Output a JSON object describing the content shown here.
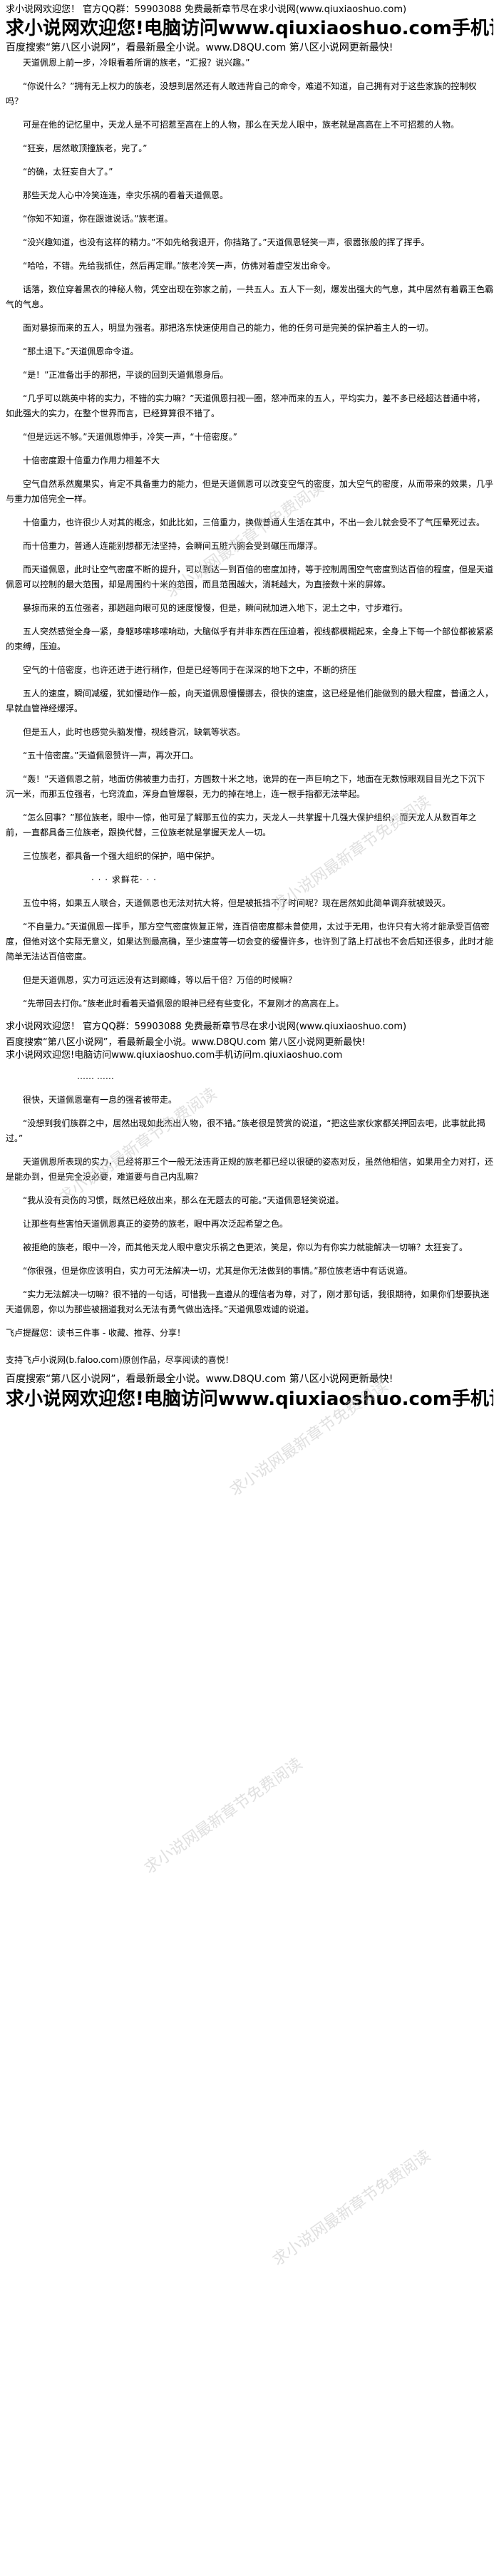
{
  "ads": {
    "top_line1": "求小说网欢迎您！ 官方QQ群：59903088 免费最新章节尽在求小说网(www.qiuxiaoshuo.com)",
    "top_line2": "求小说网欢迎您!电脑访问www.qiuxiaoshuo.com手机访问m.qiuxiaoshuo.com",
    "top_line3": "百度搜索“第八区小说网”，看最新最全小说。www.D8QU.com  第八区小说网更新最快!",
    "mid_line1": "求小说网欢迎您！ 官方QQ群：59903088 免费最新章节尽在求小说网(www.qiuxiaoshuo.com)",
    "mid_line2": "百度搜索“第八区小说网”，看最新最全小说。www.D8QU.com  第八区小说网更新最快!",
    "mid_line3": "求小说网欢迎您!电脑访问www.qiuxiaoshuo.com手机访问m.qiuxiaoshuo.com",
    "bottom_line1": "百度搜索“第八区小说网”，看最新最全小说。www.D8QU.com  第八区小说网更新最快!",
    "bottom_line2": "求小说网欢迎您!电脑访问www.qiuxiaoshuo.com手机访问m.qiuxiaoshuo.com"
  },
  "watermark_text": "求小说网最新章节免费阅读",
  "paragraphs_part1": [
    "天道佩恩上前一步，冷眼看着所谓的族老，“汇报？说兴趣。”",
    "“你说什么？”拥有无上权力的族老，没想到居然还有人敢违背自己的命令，难道不知道，自己拥有对于这些家族的控制权吗？",
    "可是在他的记忆里中，天龙人是不可招惹至高在上的人物，那么在天龙人眼中，族老就是高高在上不可招惹的人物。",
    "“狂妄，居然敢顶撞族老，完了。”",
    "“的确，太狂妄自大了。”",
    "那些天龙人心中冷笑连连，幸灾乐祸的看着天道佩恩。",
    "“你知不知道，你在跟谁说话。”族老道。",
    "“没兴趣知道，也没有这样的精力。”不如先给我退开，你挡路了。”天道佩恩轻笑一声，很嚣张般的挥了挥手。",
    "“哈哈，不错。先给我抓住，然后再定罪。”族老冷笑一声，仿佛对着虚空发出命令。",
    "话落，数位穿着黑衣的神秘人物，凭空出现在弥家之前，一共五人。五人下一刻，爆发出强大的气息，其中居然有着霸王色霸气的气息。",
    "面对暴掠而来的五人，明显为强者。那把洛东快速使用自己的能力，他的任务可是完美的保护着主人的一切。",
    "“那土退下。”天道佩恩命令道。",
    "“是！”正准备出手的那把，平谈的回到天道佩恩身后。",
    "“几乎可以跳英中将的实力，不错的实力嘛？”天道佩恩扫视一圈，怒冲而来的五人，平均实力，差不多已经超达普通中将，如此强大的实力，在整个世界而言，已经算算很不错了。",
    "“但是远远不够。”天道佩恩伸手，冷笑一声，“十倍密度。”",
    "十倍密度跟十倍重力作用力相差不大",
    "空气自然系然魔果实，肯定不具备重力的能力，但是天道佩恩可以改变空气的密度，加大空气的密度，从而带来的效果，几乎与重力加倍完全一样。",
    "十倍重力，也许很少人对其的概念，如此比如，三倍重力，换做普通人生活在其中，不出一会儿就会受不了气压晕死过去。",
    "而十倍重力，普通人连能别想都无法坚持，会瞬间五脏六腑会受到碾压而爆浮。",
    "而天道佩恩，此时让空气密度不断的提升，可以到达一到百倍的密度加持，等于控制周围空气密度到达百倍的程度，但是天道佩恩可以控制的最大范围，却是周围约十米的范围，而且范围越大，消耗越大，为直接数十米的屏嫁。",
    "暴掠而来的五位强者，那趔趄向眼可见的速度慢慢，但是，瞬间就加进入地下，泥土之中，寸步难行。",
    "五人突然感觉全身一紧，身躯哆嗦哆嗦响动，大脑似乎有并非东西在压迫着，视线都模糊起来，全身上下每一个部位都被紧紧的束缚，压迫。",
    "空气的十倍密度，也许还进于进行稍作，但是已经等同于在深深的地下之中，不断的挤压",
    "五人的速度，瞬间减缓，犹如慢动作一般，向天道佩恩慢慢挪去，很快的速度，这已经是他们能做到的最大程度，普通之人，早就血管禅经爆浮。",
    "但是五人，此时也感觉头脑发懵，视线昏沉，缺氧等状态。",
    "“五十倍密度。”天道佩恩赞许一声，再次开口。",
    "“轰！”天道佩恩之前，地面仿佛被重力击打，方圆数十米之地，诡异的在一声巨响之下，地面在无数惊眼观目目光之下沉下沉一米，而那五位强者，七窍流血，浑身血管爆裂，无力的掉在地上，连一根手指都无法举起。",
    "“怎么回事？”那位族老，眼中一惊，他可是了解那五位的实力，天龙人一共掌握十几强大保护组织，而天龙人从数百年之前，一直都具备三位族老，跟换代替，三位族老就是掌握天龙人一切。",
    "三位族老，都具备一个强大组织的保护，暗中保护。",
    "·  ·  ·  求鲜花·  ·  ·"
  ],
  "paragraphs_part2": [
    "五位中将，如果五人联合，天道佩恩也无法对抗大将，但是被抵挡不了时间呢？现在居然如此简单调弃就被毁灭。",
    "“不自量力。”天道佩恩一挥手，那方空气密度恢复正常，连百倍密度都未曾使用，太过于无用，也许只有大将才能承受百倍密度，但他对这个实际无意义，如果达到最高确，至少速度等一切会变的缓慢许多，也许到了路上打战也不会后知还很多，此时才能简单无法达百倍密度。",
    "但是天道佩恩，实力可远远没有达到巅峰，等以后千倍？万倍的时候嘛？",
    "“先带回去打你。”族老此时看着天道佩恩的眼神已经有些变化，不复刚才的高高在上。",
    "……  ……"
  ],
  "paragraphs_part3": [
    "很快，天道佩恩毫有一息的强者被带走。",
    "“没想到我们族群之中，居然出现如此杰出人物，很不错。”族老很是赞赏的说道，“把这些家伙家都关押回去吧，此事就此揭过。”",
    "天道佩恩所表现的实力，已经将那三个一般无法违背正规的族老都已经以很硬的姿态对反，虽然他相信，如果用全力对打，还是能办到，但是完全没必要，难道要与自己内乱嘛？",
    "“我从没有灵伤的习惯，既然已经放出来，那么在无题去的可能。”天道佩恩轻笑说道。",
    "让那些有些害怕天道佩恩真正的姿势的族老，眼中再次泛起希望之色。",
    "被拒绝的族老，眼中一冷，而其他天龙人眼中意灾乐祸之色更浓，笑是，你以为有你实力就能解决一切嘛？太狂妄了。",
    "“你很强，但是你应该明白，实力可无法解决一切，尤其是你无法做到的事情。”那位族老语中有话说道。",
    "“实力无法解决一切嘛？很不错的一句话，可惜我一直遵从的理信者为尊，对了，刚才那句话，我很期待，如果你们想要执迷天道佩恩，你以为那些被捆道我对么无法有勇气做出选择。”天道佩恩戏谑的说道。"
  ],
  "closing": "飞卢提醒您：读书三件事 - 收藏、推荐、分享！",
  "footer_support": "支持飞卢小说网(b.faloo.com)原创作品，尽享阅读的喜悦！"
}
